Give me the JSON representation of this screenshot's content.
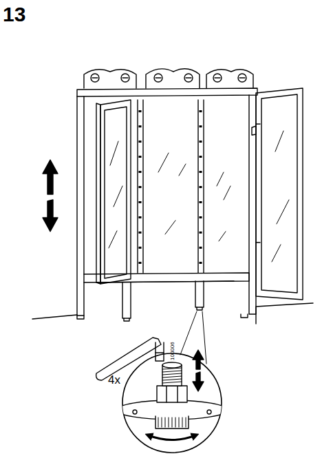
{
  "diagram": {
    "labels": [
      "13",
      "4x",
      "100006"
    ]
  }
}
